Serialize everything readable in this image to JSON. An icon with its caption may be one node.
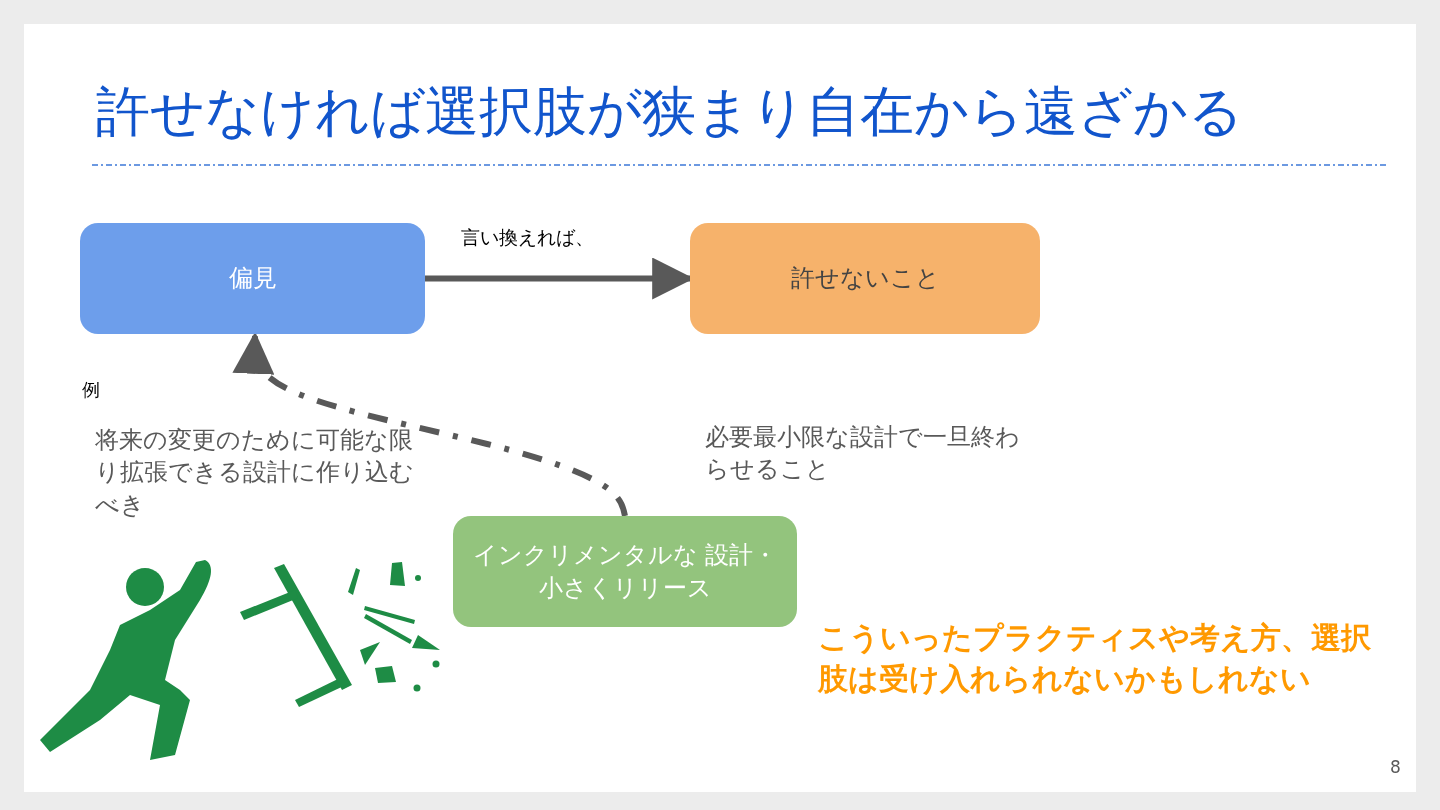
{
  "diagram": {
    "title": "許せなければ選択肢が狭まり自在から遠ざかる",
    "nodes": [
      {
        "text": [
          "偏見"
        ]
      },
      {
        "text": [
          "許せないこと"
        ]
      },
      {
        "text": [
          "インクリメンタルな 設計・小さくリリース"
        ]
      }
    ],
    "edges": [
      {
        "from": 0,
        "to": 1,
        "arrow": "to",
        "label": "言い換えれば、"
      },
      {
        "from": 2,
        "to": 0,
        "arrow": "to",
        "style": "dashed"
      }
    ],
    "labels": [
      "例",
      "将来の変更のために可能な限り拡張できる設計に作り込むべき",
      "必要最小限な設計で一旦終わらせること",
      "こういったプラクティスや考え方、選択肢は受け入れられないかもしれない",
      "8"
    ]
  }
}
